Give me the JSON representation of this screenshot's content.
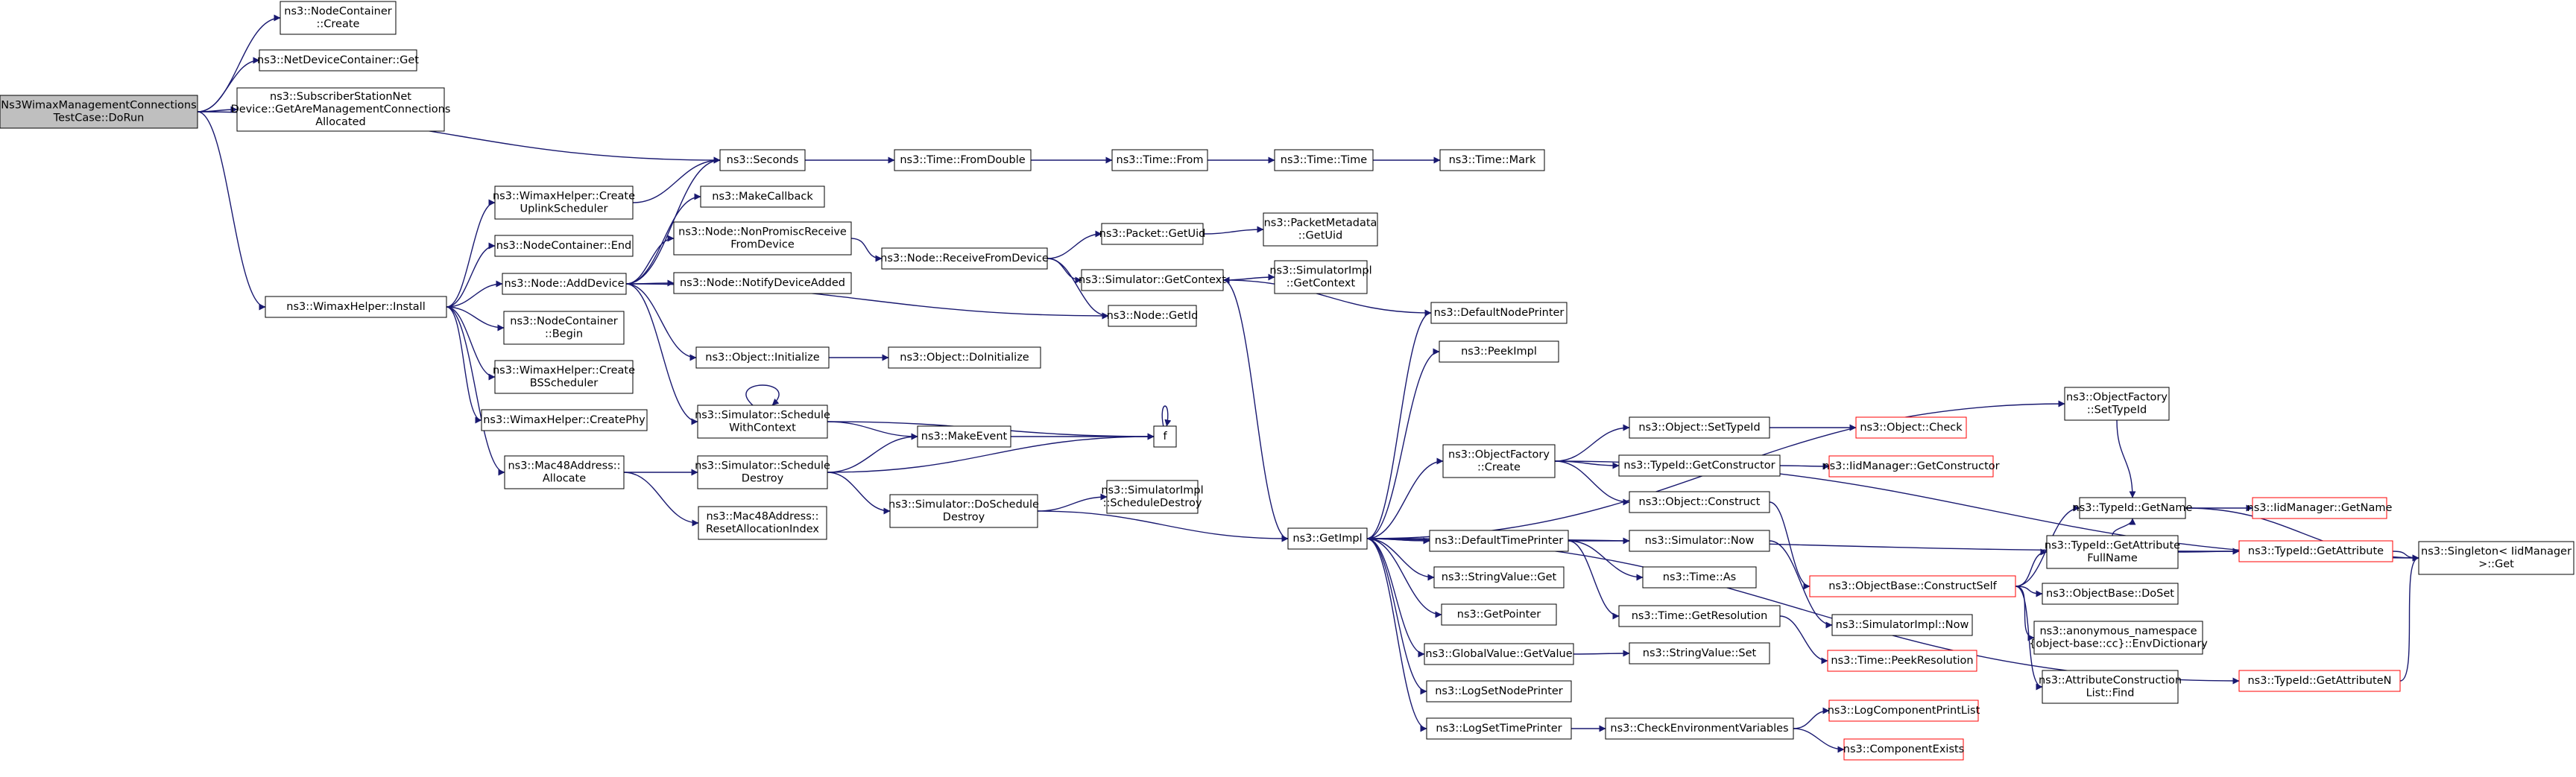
{
  "diagram": {
    "type": "call-graph",
    "colors": {
      "edge": "#191970",
      "node_border": "#000000",
      "node_border_truncated": "#ff0000",
      "node_fill": "#ffffff",
      "root_fill": "#bfbfbf",
      "text": "#000000"
    },
    "nodes": [
      {
        "id": "root",
        "lines": [
          "Ns3WimaxManagementConnections",
          "TestCase::DoRun"
        ],
        "root": true
      },
      {
        "id": "nc_create",
        "lines": [
          "ns3::NodeContainer",
          "::Create"
        ]
      },
      {
        "id": "ndc_get",
        "lines": [
          "ns3::NetDeviceContainer::Get"
        ]
      },
      {
        "id": "ssn_get",
        "lines": [
          "ns3::SubscriberStationNet",
          "Device::GetAreManagementConnections",
          "Allocated"
        ]
      },
      {
        "id": "seconds",
        "lines": [
          "ns3::Seconds"
        ]
      },
      {
        "id": "fromdouble",
        "lines": [
          "ns3::Time::FromDouble"
        ]
      },
      {
        "id": "time_from",
        "lines": [
          "ns3::Time::From"
        ]
      },
      {
        "id": "time_time",
        "lines": [
          "ns3::Time::Time"
        ]
      },
      {
        "id": "time_mark",
        "lines": [
          "ns3::Time::Mark"
        ]
      },
      {
        "id": "wh_install",
        "lines": [
          "ns3::WimaxHelper::Install"
        ]
      },
      {
        "id": "wh_uplink",
        "lines": [
          "ns3::WimaxHelper::Create",
          "UplinkScheduler"
        ]
      },
      {
        "id": "nc_end",
        "lines": [
          "ns3::NodeContainer::End"
        ]
      },
      {
        "id": "node_adddevice",
        "lines": [
          "ns3::Node::AddDevice"
        ]
      },
      {
        "id": "nc_begin",
        "lines": [
          "ns3::NodeContainer",
          "::Begin"
        ]
      },
      {
        "id": "wh_bs",
        "lines": [
          "ns3::WimaxHelper::Create",
          "BSScheduler"
        ]
      },
      {
        "id": "wh_phy",
        "lines": [
          "ns3::WimaxHelper::CreatePhy"
        ]
      },
      {
        "id": "mac_alloc",
        "lines": [
          "ns3::Mac48Address::",
          "Allocate"
        ]
      },
      {
        "id": "makecallback",
        "lines": [
          "ns3::MakeCallback"
        ]
      },
      {
        "id": "nonpromisc",
        "lines": [
          "ns3::Node::NonPromiscReceive",
          "FromDevice"
        ]
      },
      {
        "id": "notifydevice",
        "lines": [
          "ns3::Node::NotifyDeviceAdded"
        ]
      },
      {
        "id": "obj_init",
        "lines": [
          "ns3::Object::Initialize"
        ]
      },
      {
        "id": "sched_ctx",
        "lines": [
          "ns3::Simulator::Schedule",
          "WithContext"
        ]
      },
      {
        "id": "sched_destroy",
        "lines": [
          "ns3::Simulator::Schedule",
          "Destroy"
        ]
      },
      {
        "id": "mac_reset",
        "lines": [
          "ns3::Mac48Address::",
          "ResetAllocationIndex"
        ]
      },
      {
        "id": "receivefrom",
        "lines": [
          "ns3::Node::ReceiveFromDevice"
        ]
      },
      {
        "id": "obj_doinit",
        "lines": [
          "ns3::Object::DoInitialize"
        ]
      },
      {
        "id": "makeevent",
        "lines": [
          "ns3::MakeEvent"
        ]
      },
      {
        "id": "f",
        "lines": [
          "f"
        ]
      },
      {
        "id": "doschedule",
        "lines": [
          "ns3::Simulator::DoSchedule",
          "Destroy"
        ]
      },
      {
        "id": "packet_uid",
        "lines": [
          "ns3::Packet::GetUid"
        ]
      },
      {
        "id": "getcontext",
        "lines": [
          "ns3::Simulator::GetContext"
        ]
      },
      {
        "id": "node_getid",
        "lines": [
          "ns3::Node::GetId"
        ]
      },
      {
        "id": "pm_uid",
        "lines": [
          "ns3::PacketMetadata",
          "::GetUid"
        ]
      },
      {
        "id": "si_getctx",
        "lines": [
          "ns3::SimulatorImpl",
          "::GetContext"
        ]
      },
      {
        "id": "si_sched",
        "lines": [
          "ns3::SimulatorImpl",
          "::ScheduleDestroy"
        ]
      },
      {
        "id": "getimpl",
        "lines": [
          "ns3::GetImpl"
        ]
      },
      {
        "id": "defnodeprinter",
        "lines": [
          "ns3::DefaultNodePrinter"
        ]
      },
      {
        "id": "peekimpl",
        "lines": [
          "ns3::PeekImpl"
        ]
      },
      {
        "id": "of_create",
        "lines": [
          "ns3::ObjectFactory",
          "::Create"
        ]
      },
      {
        "id": "deftimeprinter",
        "lines": [
          "ns3::DefaultTimePrinter"
        ]
      },
      {
        "id": "sv_get",
        "lines": [
          "ns3::StringValue::Get"
        ]
      },
      {
        "id": "getpointer",
        "lines": [
          "ns3::GetPointer"
        ]
      },
      {
        "id": "gv_getvalue",
        "lines": [
          "ns3::GlobalValue::GetValue"
        ]
      },
      {
        "id": "lognodeprinter",
        "lines": [
          "ns3::LogSetNodePrinter"
        ]
      },
      {
        "id": "logtimeprinter",
        "lines": [
          "ns3::LogSetTimePrinter"
        ]
      },
      {
        "id": "obj_settypeid",
        "lines": [
          "ns3::Object::SetTypeId"
        ]
      },
      {
        "id": "tid_getctor",
        "lines": [
          "ns3::TypeId::GetConstructor"
        ]
      },
      {
        "id": "obj_construct",
        "lines": [
          "ns3::Object::Construct"
        ]
      },
      {
        "id": "sim_now",
        "lines": [
          "ns3::Simulator::Now"
        ]
      },
      {
        "id": "time_as",
        "lines": [
          "ns3::Time::As"
        ]
      },
      {
        "id": "time_getres",
        "lines": [
          "ns3::Time::GetResolution"
        ]
      },
      {
        "id": "sv_set",
        "lines": [
          "ns3::StringValue::Set"
        ]
      },
      {
        "id": "checkenv",
        "lines": [
          "ns3::CheckEnvironmentVariables"
        ]
      },
      {
        "id": "obj_check",
        "lines": [
          "ns3::Object::Check"
        ],
        "truncated": true
      },
      {
        "id": "iid_getctor",
        "lines": [
          "ns3::IidManager::GetConstructor"
        ],
        "truncated": true
      },
      {
        "id": "ob_constructself",
        "lines": [
          "ns3::ObjectBase::ConstructSelf"
        ],
        "truncated": true
      },
      {
        "id": "si_now",
        "lines": [
          "ns3::SimulatorImpl::Now"
        ]
      },
      {
        "id": "time_peekres",
        "lines": [
          "ns3::Time::PeekResolution"
        ],
        "truncated": true
      },
      {
        "id": "logcomplist",
        "lines": [
          "ns3::LogComponentPrintList"
        ],
        "truncated": true
      },
      {
        "id": "compexists",
        "lines": [
          "ns3::ComponentExists"
        ],
        "truncated": true
      },
      {
        "id": "of_settypeid",
        "lines": [
          "ns3::ObjectFactory",
          "::SetTypeId"
        ]
      },
      {
        "id": "tid_getname",
        "lines": [
          "ns3::TypeId::GetName"
        ]
      },
      {
        "id": "tid_attrfull",
        "lines": [
          "ns3::TypeId::GetAttribute",
          "FullName"
        ]
      },
      {
        "id": "ob_doset",
        "lines": [
          "ns3::ObjectBase::DoSet"
        ]
      },
      {
        "id": "anon_envdict",
        "lines": [
          "ns3::anonymous_namespace",
          "{object-base::cc}::EnvDictionary"
        ]
      },
      {
        "id": "acl_find",
        "lines": [
          "ns3::AttributeConstruction",
          "List::Find"
        ]
      },
      {
        "id": "iid_getname",
        "lines": [
          "ns3::IidManager::GetName"
        ],
        "truncated": true
      },
      {
        "id": "tid_getattr",
        "lines": [
          "ns3::TypeId::GetAttribute"
        ],
        "truncated": true
      },
      {
        "id": "singleton_get",
        "lines": [
          "ns3::Singleton< IidManager",
          " >::Get"
        ]
      },
      {
        "id": "tid_getattrn",
        "lines": [
          "ns3::TypeId::GetAttributeN"
        ],
        "truncated": true
      }
    ],
    "edges": [
      [
        "root",
        "nc_create"
      ],
      [
        "root",
        "ndc_get"
      ],
      [
        "root",
        "ssn_get"
      ],
      [
        "root",
        "seconds"
      ],
      [
        "root",
        "wh_install"
      ],
      [
        "seconds",
        "fromdouble"
      ],
      [
        "fromdouble",
        "time_from"
      ],
      [
        "time_from",
        "time_time"
      ],
      [
        "time_time",
        "time_mark"
      ],
      [
        "wh_install",
        "wh_uplink"
      ],
      [
        "wh_install",
        "nc_end"
      ],
      [
        "wh_install",
        "node_adddevice"
      ],
      [
        "wh_install",
        "nc_begin"
      ],
      [
        "wh_install",
        "wh_bs"
      ],
      [
        "wh_install",
        "wh_phy"
      ],
      [
        "wh_install",
        "mac_alloc"
      ],
      [
        "wh_uplink",
        "seconds"
      ],
      [
        "node_adddevice",
        "seconds"
      ],
      [
        "node_adddevice",
        "makecallback"
      ],
      [
        "node_adddevice",
        "nonpromisc"
      ],
      [
        "node_adddevice",
        "notifydevice"
      ],
      [
        "node_adddevice",
        "node_getid"
      ],
      [
        "node_adddevice",
        "obj_init"
      ],
      [
        "node_adddevice",
        "sched_ctx"
      ],
      [
        "nonpromisc",
        "receivefrom"
      ],
      [
        "receivefrom",
        "packet_uid"
      ],
      [
        "receivefrom",
        "getcontext"
      ],
      [
        "receivefrom",
        "node_getid"
      ],
      [
        "packet_uid",
        "pm_uid"
      ],
      [
        "getcontext",
        "si_getctx"
      ],
      [
        "getcontext",
        "getimpl"
      ],
      [
        "obj_init",
        "obj_doinit"
      ],
      [
        "sched_ctx",
        "sched_ctx"
      ],
      [
        "sched_ctx",
        "makeevent"
      ],
      [
        "sched_ctx",
        "f"
      ],
      [
        "mac_alloc",
        "sched_destroy"
      ],
      [
        "mac_alloc",
        "mac_reset"
      ],
      [
        "sched_destroy",
        "makeevent"
      ],
      [
        "sched_destroy",
        "f"
      ],
      [
        "sched_destroy",
        "doschedule"
      ],
      [
        "makeevent",
        "f"
      ],
      [
        "f",
        "f"
      ],
      [
        "doschedule",
        "si_sched"
      ],
      [
        "doschedule",
        "getimpl"
      ],
      [
        "getimpl",
        "defnodeprinter"
      ],
      [
        "getimpl",
        "peekimpl"
      ],
      [
        "getimpl",
        "of_create"
      ],
      [
        "getimpl",
        "of_settypeid"
      ],
      [
        "getimpl",
        "deftimeprinter"
      ],
      [
        "getimpl",
        "sv_get"
      ],
      [
        "getimpl",
        "getpointer"
      ],
      [
        "getimpl",
        "gv_getvalue"
      ],
      [
        "getimpl",
        "lognodeprinter"
      ],
      [
        "getimpl",
        "logtimeprinter"
      ],
      [
        "getimpl",
        "tid_getattr"
      ],
      [
        "getimpl",
        "tid_getattrn"
      ],
      [
        "defnodeprinter",
        "getcontext"
      ],
      [
        "of_create",
        "obj_settypeid"
      ],
      [
        "of_create",
        "tid_getctor"
      ],
      [
        "of_create",
        "obj_construct"
      ],
      [
        "of_create",
        "singleton_get"
      ],
      [
        "obj_settypeid",
        "obj_check"
      ],
      [
        "tid_getctor",
        "iid_getctor"
      ],
      [
        "obj_construct",
        "ob_constructself"
      ],
      [
        "deftimeprinter",
        "sim_now"
      ],
      [
        "deftimeprinter",
        "time_as"
      ],
      [
        "deftimeprinter",
        "time_getres"
      ],
      [
        "deftimeprinter",
        "getimpl"
      ],
      [
        "sim_now",
        "si_now"
      ],
      [
        "time_getres",
        "time_peekres"
      ],
      [
        "gv_getvalue",
        "sv_set"
      ],
      [
        "logtimeprinter",
        "checkenv"
      ],
      [
        "checkenv",
        "logcomplist"
      ],
      [
        "checkenv",
        "compexists"
      ],
      [
        "of_settypeid",
        "tid_getname"
      ],
      [
        "ob_constructself",
        "tid_getname"
      ],
      [
        "ob_constructself",
        "tid_attrfull"
      ],
      [
        "ob_constructself",
        "ob_doset"
      ],
      [
        "ob_constructself",
        "anon_envdict"
      ],
      [
        "ob_constructself",
        "acl_find"
      ],
      [
        "tid_attrfull",
        "tid_getname"
      ],
      [
        "tid_attrfull",
        "tid_getattr"
      ],
      [
        "tid_getname",
        "iid_getname"
      ],
      [
        "tid_getname",
        "singleton_get"
      ],
      [
        "tid_getattr",
        "singleton_get"
      ],
      [
        "tid_getattrn",
        "singleton_get"
      ]
    ]
  }
}
